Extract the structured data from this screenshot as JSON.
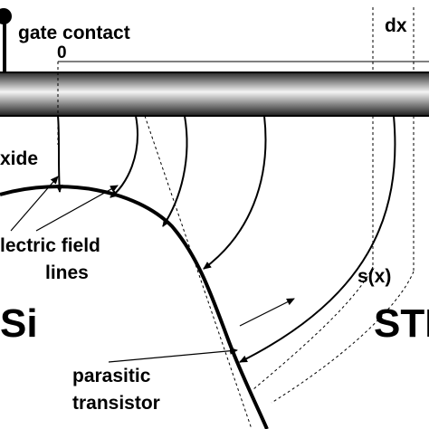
{
  "labels": {
    "gate_contact": "gate contact",
    "zero": "0",
    "dx": "dx",
    "oxide": "xide",
    "field_lines_1": "lectric field",
    "field_lines_2": "lines",
    "sx": "s(x)",
    "si": "Si",
    "sti": "STI",
    "parasitic_1": "parasitic",
    "parasitic_2": "transistor"
  },
  "colors": {
    "stroke": "#000000",
    "gate_light": "#f4f4f4",
    "gate_dark": "#2a2a2a"
  }
}
